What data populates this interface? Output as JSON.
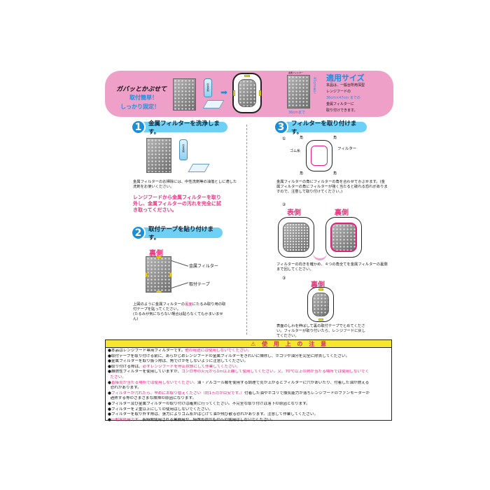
{
  "banner": {
    "slogan": "ガバッとかぶせて",
    "easy": "取付簡単！",
    "secure": "しっかり固定！",
    "bottle_label": "中性洗剤",
    "size_title": "適用サイズ",
    "size_filter_label": "金属フィルター",
    "height_label": "47cmまで",
    "width_label": "36cmまで",
    "size_desc_1": "本品は、一般台所用深型",
    "size_desc_2": "レンジフードの",
    "size_desc_3": "36cm×47cm までの",
    "size_desc_4": "金属フィルターに",
    "size_desc_5": "取り付けできます。"
  },
  "step1": {
    "num": "1",
    "title": "金属フィルターを洗浄します。",
    "bottle_label": "中性洗剤",
    "note": "金属フィルターのお掃除には、中性洗剤等の油落としに適した洗剤をお使いください。",
    "emphasis": "レンジフードから金属フィルターを取り外し、金属フィルターの汚れを完全に拭き取ってください。"
  },
  "step2": {
    "num": "2",
    "title": "取付テープを貼り付けます。",
    "back_label": "裏側",
    "filter_label": "金属フィルター",
    "tape_label": "取付テープ",
    "note_a": "上図のように金属フィルターの",
    "note_hl": "裏面",
    "note_b": "にたるみ取り用の取付テープを貼ってください。",
    "note_c": "(たるみが気にならない場合は貼らなくてもかまいません)"
  },
  "step3": {
    "num": "3",
    "title": "フィルターを取り付けます。",
    "sub1": "①",
    "corner": "角",
    "rubber": "ゴム糸",
    "filter": "フィルター",
    "note1": "金属フィルターの角にフィルターの角を合わせてかぶせます。(金属フィルターの角にフィルターが強く当たると破れる恐れがありますので、注意して取り付けてください。)",
    "sub2": "②",
    "front": "表側",
    "back": "裏側",
    "note2": "フィルターの向きを確かめ、４つの角全てを金属フィルターの裏側まで回してください。",
    "sub3": "③",
    "back3": "裏側",
    "note3": "表面のしわを伸ばして裏の取付テープでとめてください。フィルターが取り付いたら、レンジフードに戻してください。"
  },
  "notice": {
    "title": "⚠ 使 用 上 の 注 意",
    "items": [
      [
        {
          "t": "本品はレンジフード専用フィルターです。"
        },
        {
          "t": "他の用途には使用しないでください。",
          "em": true
        }
      ],
      [
        {
          "t": "取付テープを取り付ける前に、あらかじめレンジフードの金属フィルターをきれいに掃除し、ホコリや油分を完全に除去してください。"
        }
      ],
      [
        {
          "t": "金属フィルターを取り扱う際は、角でけがをしないように注意してください。"
        }
      ],
      [
        {
          "t": "取り付ける際は、"
        },
        {
          "t": "必ずレンジフードを停止状態にして作業してください。",
          "em": true
        }
      ],
      [
        {
          "t": "難燃性フィルターを使用していますが、"
        },
        {
          "t": "コンロ等の火元から1m以上離して使用してください。又、70℃以上の熱が当たる場所では使用しないでく",
          "em": true
        }
      ],
      [
        {
          "t": "  ださい。",
          "em": true
        }
      ],
      [
        {
          "t": "直接炎が当たる場所では使用しないでください。",
          "em": true
        },
        {
          "t": "油・アルコール類を使用する調理で炎が上がるとフィルターに穴があいたり、付着した油が燃える"
        }
      ],
      [
        {
          "t": "  恐れがあります。"
        }
      ],
      [
        {
          "t": "フィルターが汚れたら、早めにお取り替えください（約1ヵ月が目安です。）",
          "em": true
        },
        {
          "t": "付着した油やホコリで換気能力が落ちレンジフードのファンモーターが"
        }
      ],
      [
        {
          "t": "  過熱する等のさまざまな故障の原因になります。"
        }
      ],
      [
        {
          "t": "フィルター及び金属フィルターの取り付けは確実に行ってください。不完全な取り付けは落下の原因となります。"
        }
      ],
      [
        {
          "t": "フィルターを２重以上にしての使用はしないでください。"
        }
      ],
      [
        {
          "t": "フィルターを取り外す際は、張力によりゴム糸がはじけて油が飛び散る恐れがあります。注意して作業してください。"
        }
      ],
      [
        {
          "t": "一般家庭用です。",
          "em": true
        },
        {
          "t": "長時間使用される業務用や、特殊形状のものへの使用はしないでください。"
        }
      ]
    ]
  }
}
